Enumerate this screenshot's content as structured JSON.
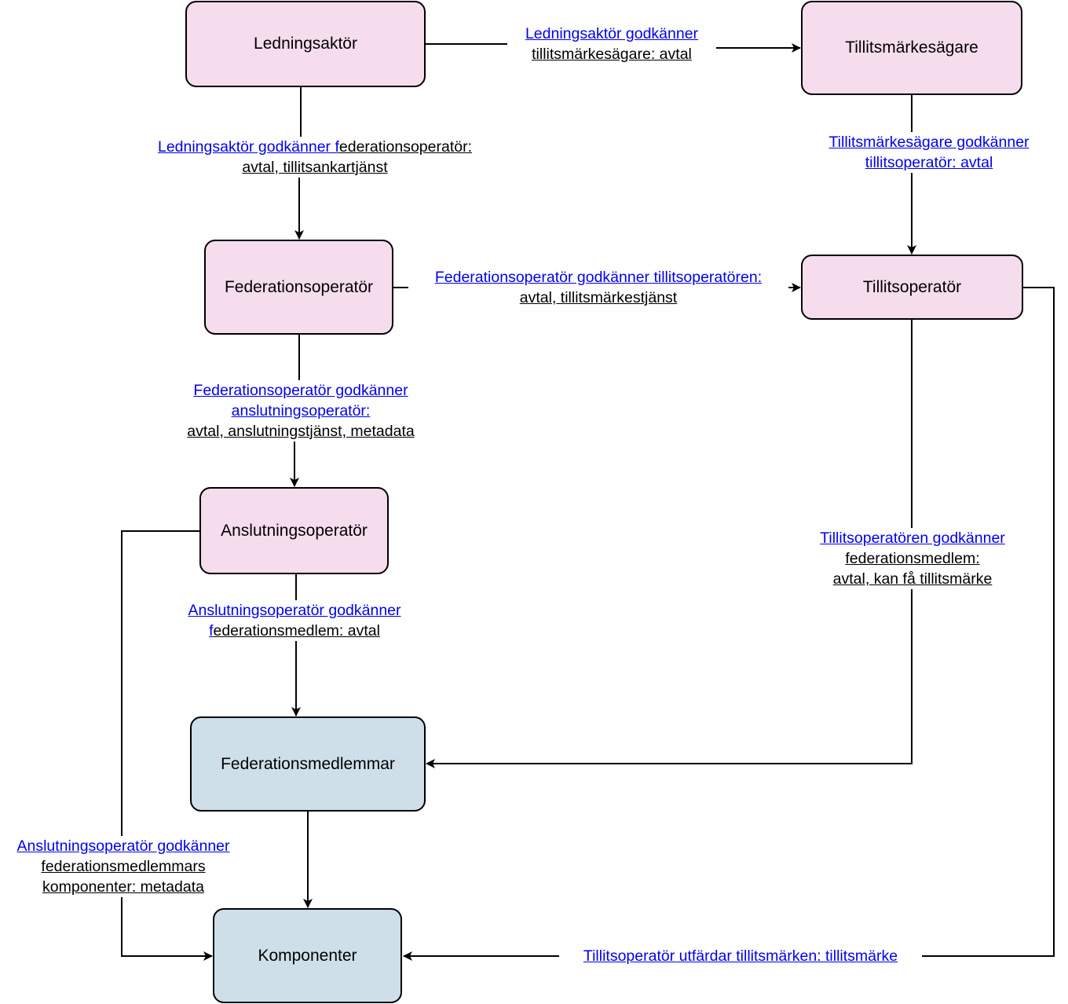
{
  "colors": {
    "role_fill": "#f5dded",
    "member_fill": "#cfdfea",
    "link_text": "#0000ee",
    "plain_text": "#000000",
    "stroke": "#000000"
  },
  "nodes": {
    "ledningsaktor": "Ledningsaktör",
    "tillitsmarkesagare": "Tillitsmärkesägare",
    "federationsoperator": "Federationsoperatör",
    "tillitsoperator": "Tillitsoperatör",
    "anslutningsoperator": "Anslutningsoperatör",
    "federationsmedlemmar": "Federationsmedlemmar",
    "komponenter": "Komponenter"
  },
  "edges": {
    "e1": {
      "l1a": "Ledningsaktör godkänner ",
      "l2": "tillitsmärkesägare: avtal"
    },
    "e2": {
      "l1a": "Ledningsaktör godkänner f",
      "l1b": "ederationsoperatör: ",
      "l2": "avtal, tillitsankartjänst"
    },
    "e3": {
      "l1": "Tillitsmärkesägare godkänner ",
      "l2": "tillitsoperatör: avtal"
    },
    "e4": {
      "l1": "Federationsoperatör godkänner tillitsoperatören: ",
      "l2": "avtal, tillitsmärkestjänst"
    },
    "e5": {
      "l1": "Federationsoperatör godkänner ",
      "l2": "anslutningsoperatör: ",
      "l3": "avtal, anslutningstjänst, metadata"
    },
    "e6": {
      "l1": "Anslutningsoperatör godkänner ",
      "l2a": "f",
      "l2b": "ederationsmedlem: avtal"
    },
    "e7": {
      "l1": "Tillitsoperatören godkänner ",
      "l2": "federationsmedlem: ",
      "l3": "avtal, kan få tillitsmärke "
    },
    "e8": {
      "l1": "Anslutningsoperatör godkänner ",
      "l2": "federationsmedlemmars ",
      "l3": "komponenter: metadata"
    },
    "e9": {
      "l1a": "Tillitsoperatör utfärdar tillitsmärken: ",
      "l1b": "tillitsmärke"
    }
  }
}
